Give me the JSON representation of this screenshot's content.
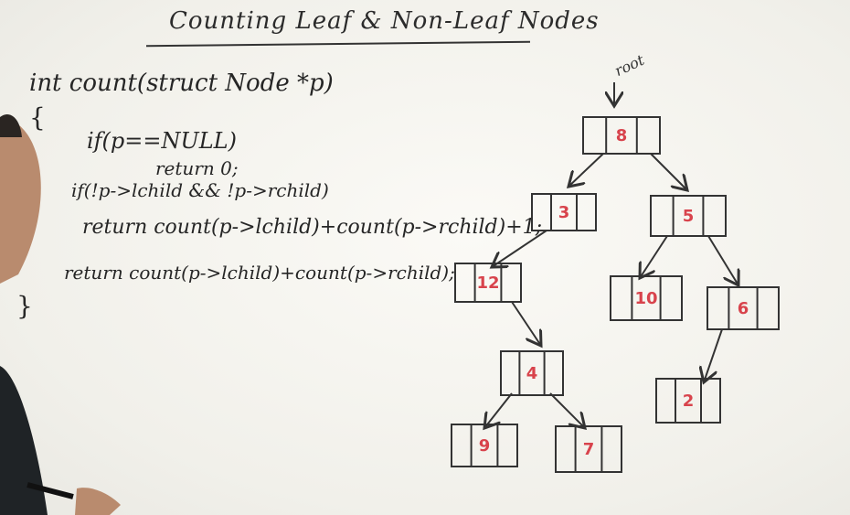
{
  "title": "Counting Leaf & Non-Leaf Nodes",
  "code": {
    "line1": "int count(struct Node *p)",
    "open_brace": "{",
    "line2": "if(p==NULL)",
    "line3": "return 0;",
    "line4": "if(!p->lchild && !p->rchild)",
    "line5": "return count(p->lchild)+count(p->rchild)+1;",
    "line6": "return count(p->lchild)+count(p->rchild);",
    "close_brace": "}"
  },
  "tree": {
    "root_label": "root",
    "nodes": [
      "8",
      "3",
      "5",
      "12",
      "10",
      "6",
      "4",
      "2",
      "9",
      "7"
    ]
  },
  "colors": {
    "ink": "#262626",
    "node_value": "#d8434c"
  }
}
